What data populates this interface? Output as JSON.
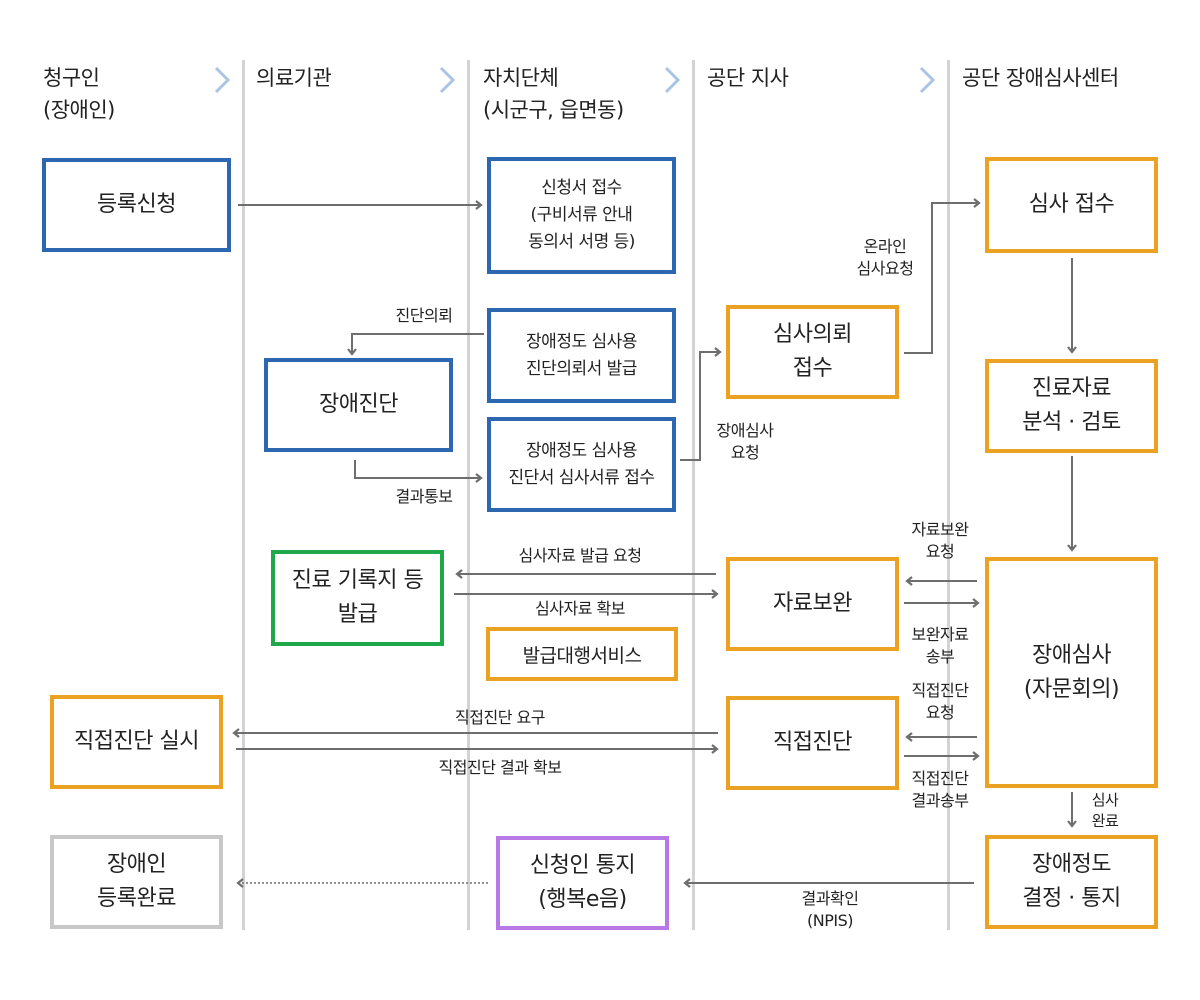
{
  "lanes": [
    "청구인\n(장애인)",
    "의료기관",
    "자치단체\n(시군구, 읍면동)",
    "공단 지사",
    "공단 장애심사센터"
  ],
  "boxes": {
    "registration_request": "등록신청",
    "application_receipt": "신청서 접수\n(구비서류 안내\n동의서 서명 등)",
    "review_receipt": "심사 접수",
    "diagnosis_request_issue": "장애정도 심사용\n진단의뢰서 발급",
    "review_request_receipt": "심사의뢰\n접수",
    "medical_analysis": "진료자료\n분석 · 검토",
    "disability_diagnosis": "장애진단",
    "diagnosis_docs_receipt": "장애정도 심사용\n진단서 심사서류 접수",
    "record_issue": "진료 기록지 등\n발급",
    "material_supplement": "자료보완",
    "issuance_agency_service": "발급대행서비스",
    "disability_review": "장애심사\n(자문회의)",
    "direct_diagnosis_exec": "직접진단 실시",
    "direct_diagnosis": "직접진단",
    "registration_complete": "장애인\n등록완료",
    "applicant_notice": "신청인 통지\n(행복e음)",
    "decision_notice": "장애정도\n결정 · 통지"
  },
  "labels": {
    "diagnosis_request": "진단의뢰",
    "result_notice": "결과통보",
    "online_review_request": "온라인\n심사요청",
    "disability_review_request": "장애심사\n요청",
    "review_material_issue_request": "심사자료 발급 요청",
    "review_material_secure": "심사자료 확보",
    "supplement_request": "자료보완\n요청",
    "supplement_send": "보완자료\n송부",
    "direct_diag_request": "직접진단\n요청",
    "direct_diag_result_send": "직접진단\n결과송부",
    "direct_diag_demand": "직접진단 요구",
    "direct_diag_result_secure": "직접진단 결과 확보",
    "review_complete": "심사\n완료",
    "result_check": "결과확인\n(NPIS)"
  },
  "colors": {
    "blue": "#2e67b1",
    "orange": "#eba223",
    "green": "#1ea84a",
    "gray": "#c8c8c8",
    "purple": "#b878e6",
    "arrow": "#6e6e6e",
    "lane_line": "#d3d3d3",
    "chevron": "#a9c4e4"
  }
}
